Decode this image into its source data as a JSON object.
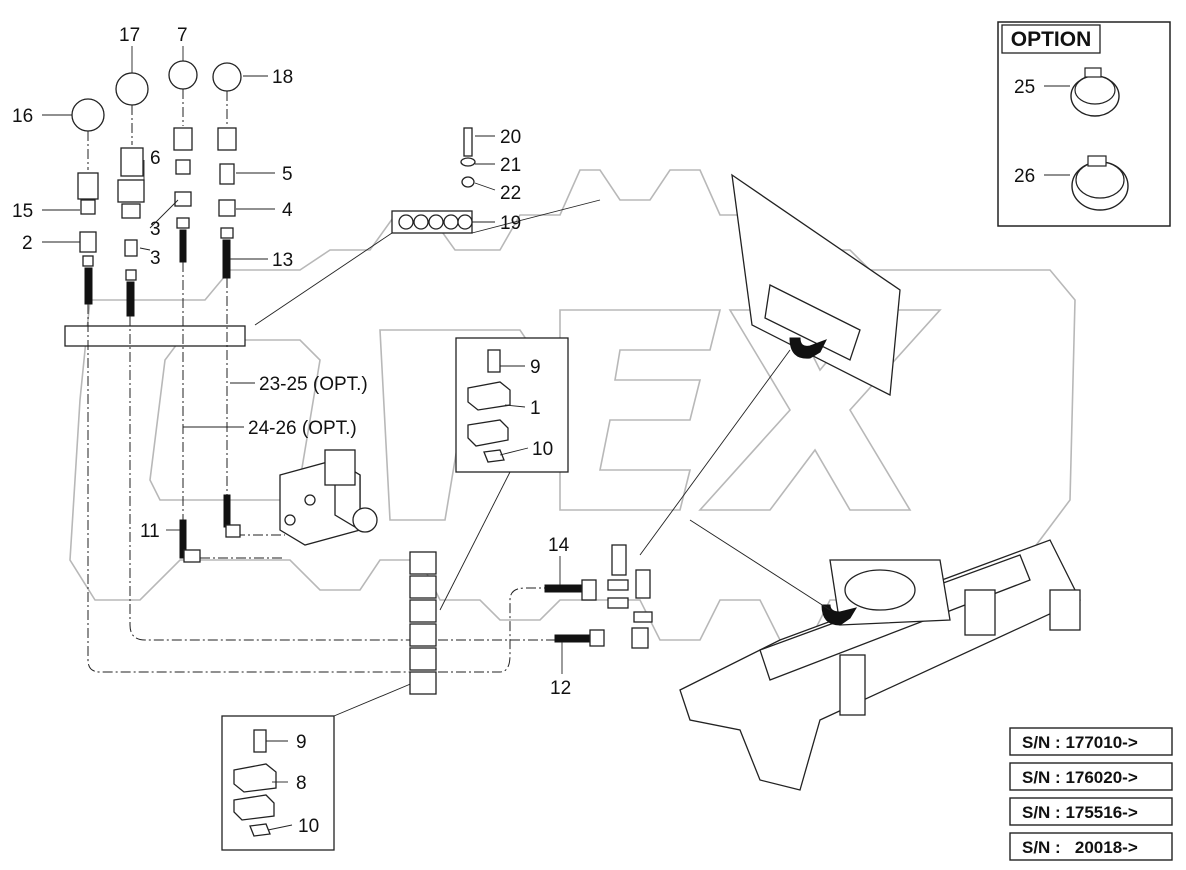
{
  "option_box": {
    "title": "OPTION",
    "items": [
      "25",
      "26"
    ]
  },
  "callouts": {
    "c1": "1",
    "c2": "2",
    "c3a": "3",
    "c3b": "3",
    "c4": "4",
    "c5": "5",
    "c6": "6",
    "c7": "7",
    "c8": "8",
    "c9a": "9",
    "c9b": "9",
    "c10a": "10",
    "c10b": "10",
    "c11": "11",
    "c12": "12",
    "c13": "13",
    "c14": "14",
    "c15": "15",
    "c16": "16",
    "c17": "17",
    "c18": "18",
    "c19": "19",
    "c20": "20",
    "c21": "21",
    "c22": "22",
    "opt1": "23-25 (OPT.)",
    "opt2": "24-26 (OPT.)"
  },
  "serial_numbers": [
    "S/N : 177010->",
    "S/N : 176020->",
    "S/N : 175516->",
    "S/N :   20018->"
  ]
}
